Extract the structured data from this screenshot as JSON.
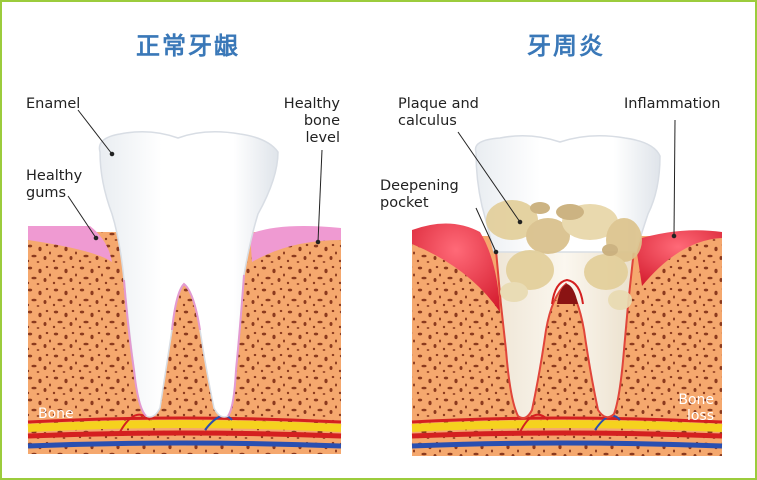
{
  "titles": {
    "healthy": "正常牙龈",
    "periodontitis": "牙周炎"
  },
  "labels": {
    "enamel": "Enamel",
    "healthy_gums": [
      "Healthy",
      "gums"
    ],
    "healthy_bone_level": [
      "Healthy",
      "bone",
      "level"
    ],
    "bone_left": "Bone",
    "plaque": [
      "Plaque and",
      "calculus"
    ],
    "deepening_pocket": [
      "Deepening",
      "pocket"
    ],
    "inflammation": "Inflammation",
    "bone_loss": [
      "Bone",
      "loss"
    ]
  },
  "colors": {
    "frame": "#9ccc3c",
    "title": "#3a78b8",
    "bone": "#f5a86e",
    "bone_pores": "#8b3a1e",
    "healthy_gum": "#ef9ad2",
    "inflamed_gum": "#e5293a",
    "tooth": "#ffffff",
    "plaque": "#e3cf9a",
    "nerve_red": "#d42020",
    "nerve_yellow": "#f5d21e",
    "nerve_blue": "#2a4fb0"
  }
}
